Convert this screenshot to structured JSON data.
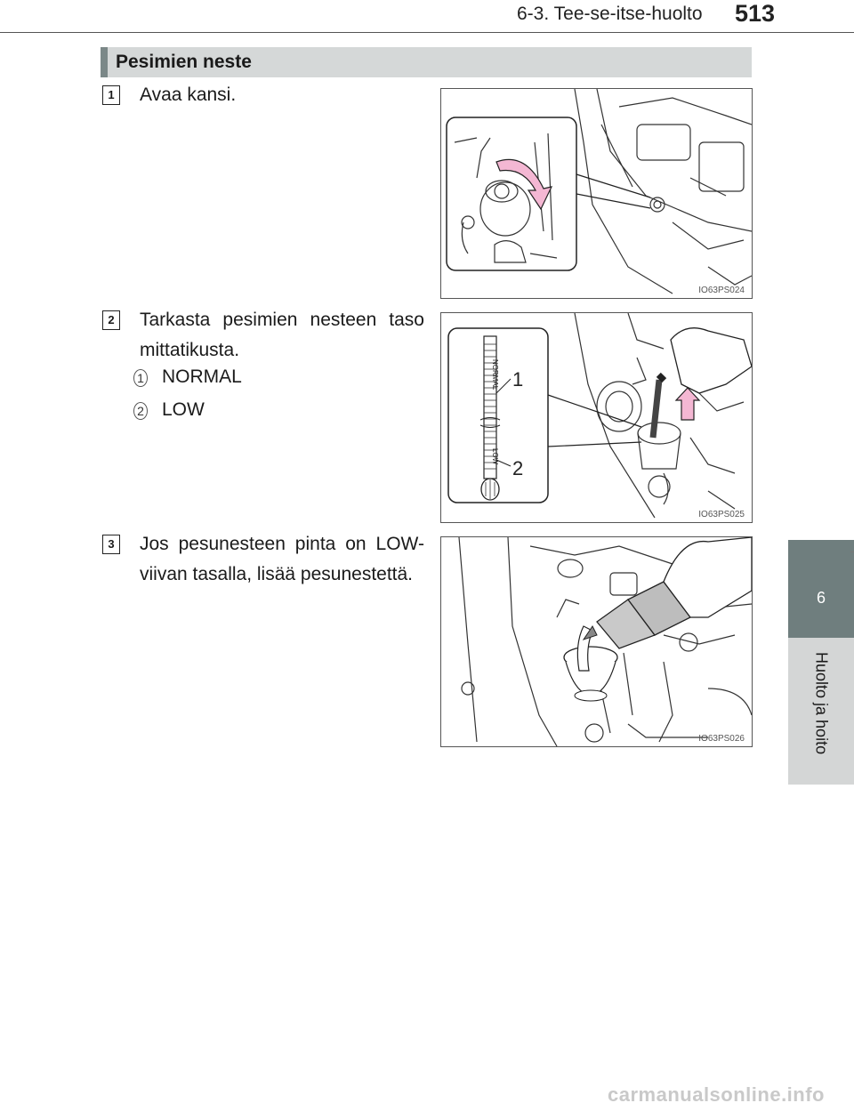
{
  "header": {
    "section": "6-3. Tee-se-itse-huolto",
    "page_number": "513"
  },
  "side_tab": {
    "chapter_number": "6",
    "chapter_title": "Huolto ja hoito"
  },
  "section": {
    "title": "Pesimien neste"
  },
  "steps": [
    {
      "number": "1",
      "text": "Avaa kansi.",
      "figure_code": "IO63PS024"
    },
    {
      "number": "2",
      "text": "Tarkasta pesimien nesteen taso mittatikusta.",
      "figure_code": "IO63PS025",
      "sub_items": [
        {
          "number": "1",
          "text": "NORMAL"
        },
        {
          "number": "2",
          "text": "LOW"
        }
      ]
    },
    {
      "number": "3",
      "text": "Jos pesunesteen pinta on LOW-viivan tasalla, lisää pesunestettä.",
      "figure_code": "IO63PS026"
    }
  ],
  "figure2_labels": {
    "callout_1": "1",
    "callout_2": "2",
    "dipstick_normal": "NORMAL",
    "dipstick_low": "LOW"
  },
  "footer": {
    "watermark": "carmanualsonline.info"
  },
  "colors": {
    "accent_pink": "#f4b7d3",
    "tab_dark": "#6f7e7e",
    "title_bar": "#d5d8d8"
  }
}
